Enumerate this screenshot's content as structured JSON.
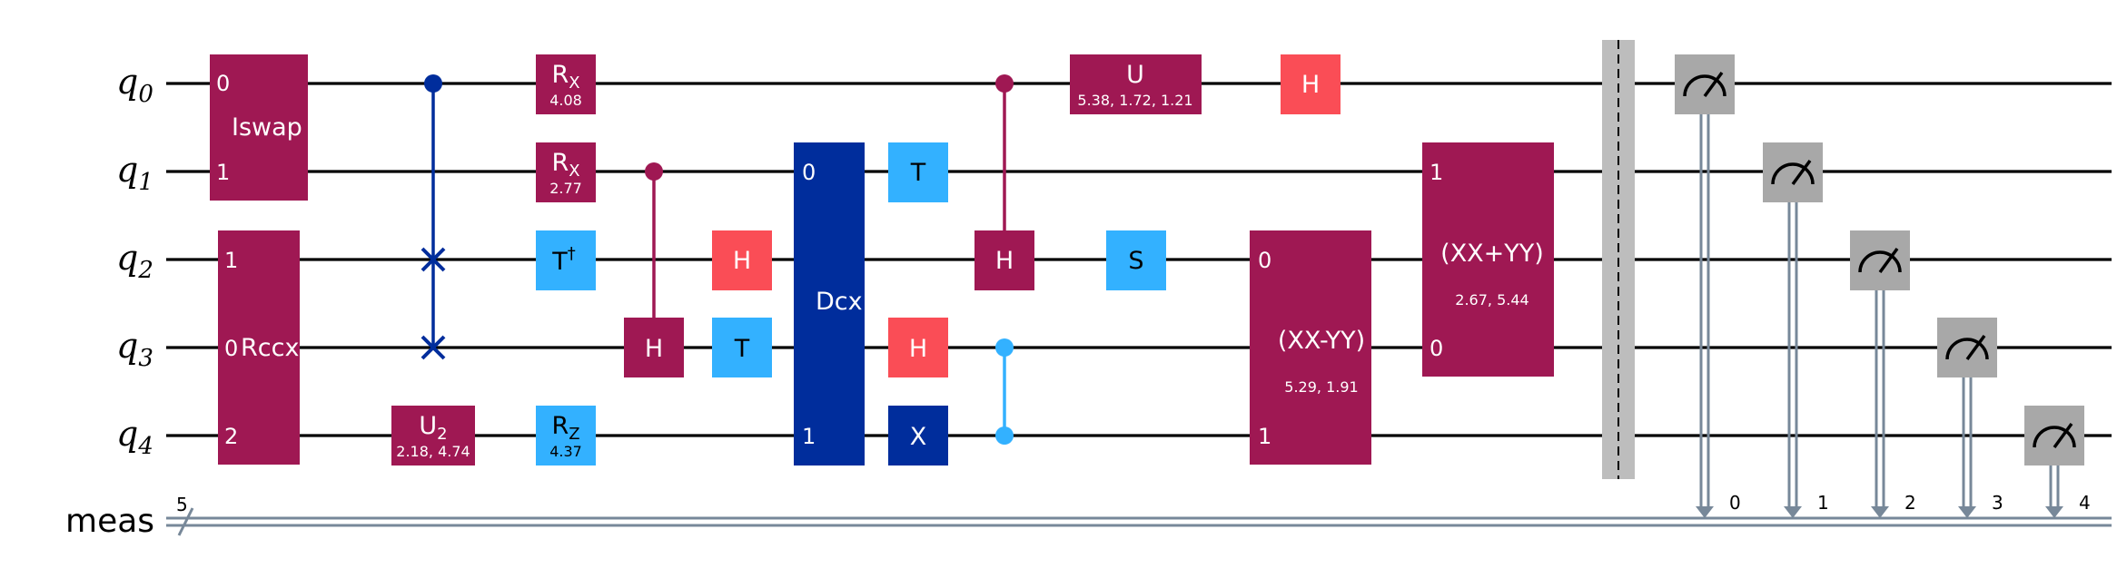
{
  "circuit": {
    "qubits": [
      {
        "name": "q",
        "index": "0"
      },
      {
        "name": "q",
        "index": "1"
      },
      {
        "name": "q",
        "index": "2"
      },
      {
        "name": "q",
        "index": "3"
      },
      {
        "name": "q",
        "index": "4"
      }
    ],
    "creg": {
      "name": "meas",
      "size": "5",
      "bits": [
        "0",
        "1",
        "2",
        "3",
        "4"
      ]
    },
    "colors": {
      "multi_gate": "#9F1853",
      "blue_dark": "#002D9C",
      "blue_light": "#33B1FF",
      "red": "#FA4D56",
      "measure": "#A8A8A8",
      "barrier": "#BDBDBD",
      "classical": "#778899"
    },
    "gates": {
      "iswap": {
        "label": "Iswap",
        "in0": "0",
        "in1": "1"
      },
      "rccx": {
        "label": "Rccx",
        "in0": "1",
        "in1": "0",
        "in2": "2"
      },
      "u2": {
        "label": "U",
        "sub": "2",
        "params": "2.18, 4.74"
      },
      "rx_q0": {
        "label": "R",
        "sub": "X",
        "params": "4.08"
      },
      "rx_q1": {
        "label": "R",
        "sub": "X",
        "params": "2.77"
      },
      "tdg": {
        "label": "T",
        "sup": "†"
      },
      "rz": {
        "label": "R",
        "sub": "Z",
        "params": "4.37"
      },
      "ch_target": {
        "label": "H"
      },
      "h_q2_a": {
        "label": "H"
      },
      "t_q3": {
        "label": "T"
      },
      "dcx": {
        "label": "Dcx",
        "in0": "0",
        "in1": "1"
      },
      "t_q1": {
        "label": "T"
      },
      "h_q3": {
        "label": "H"
      },
      "x_q4": {
        "label": "X"
      },
      "ch2_target": {
        "label": "H"
      },
      "u": {
        "label": "U",
        "params": "5.38, 1.72, 1.21"
      },
      "s": {
        "label": "S"
      },
      "h_q0": {
        "label": "H"
      },
      "xxmyy": {
        "label": "(XX-YY)",
        "params": "5.29, 1.91",
        "in0": "0",
        "in1": "1"
      },
      "xxpyy": {
        "label": "(XX+YY)",
        "params": "2.67, 5.44",
        "in0": "1",
        "in1": "0"
      }
    }
  }
}
